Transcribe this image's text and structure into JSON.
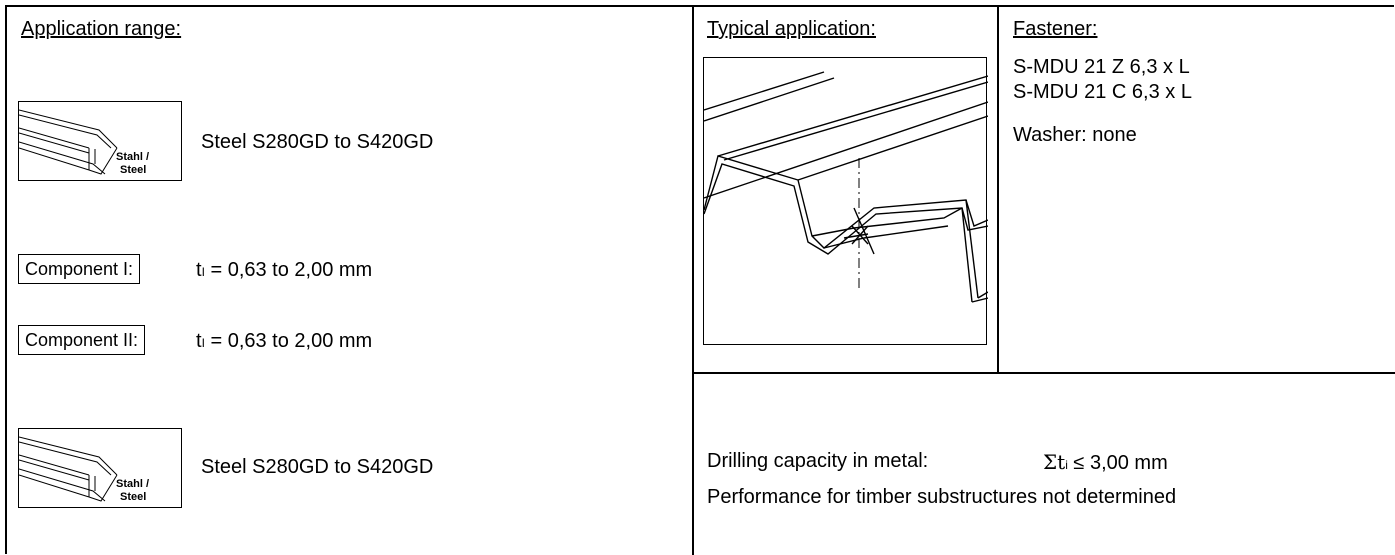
{
  "left": {
    "heading": "Application range:",
    "steel_icon_1": {
      "line1": "Stahl /",
      "line2": "Steel"
    },
    "material_1": "Steel S280GD to S420GD",
    "component_1": {
      "label": "Component I:",
      "value_prefix": "t",
      "value_sub": "I",
      "value_rest": " = 0,63 to 2,00 mm"
    },
    "component_2": {
      "label": "Component II:",
      "value_prefix": "t",
      "value_sub": "I",
      "value_rest": " = 0,63 to 2,00 mm"
    },
    "steel_icon_2": {
      "line1": "Stahl /",
      "line2": "Steel"
    },
    "material_2": "Steel S280GD to S420GD"
  },
  "middle": {
    "heading": "Typical application:"
  },
  "right": {
    "heading": "Fastener:",
    "fastener_1": "S-MDU 21 Z 6,3 x L",
    "fastener_2": "S-MDU 21 C 6,3 x L",
    "washer": "Washer: none"
  },
  "bottom": {
    "drill_label": "Drilling capacity in metal:",
    "drill_value_prefix": "Σt",
    "drill_value_sub": "i",
    "drill_value_rest": " ≤ 3,00 mm",
    "timber_note": "Performance for timber substructures not determined"
  }
}
